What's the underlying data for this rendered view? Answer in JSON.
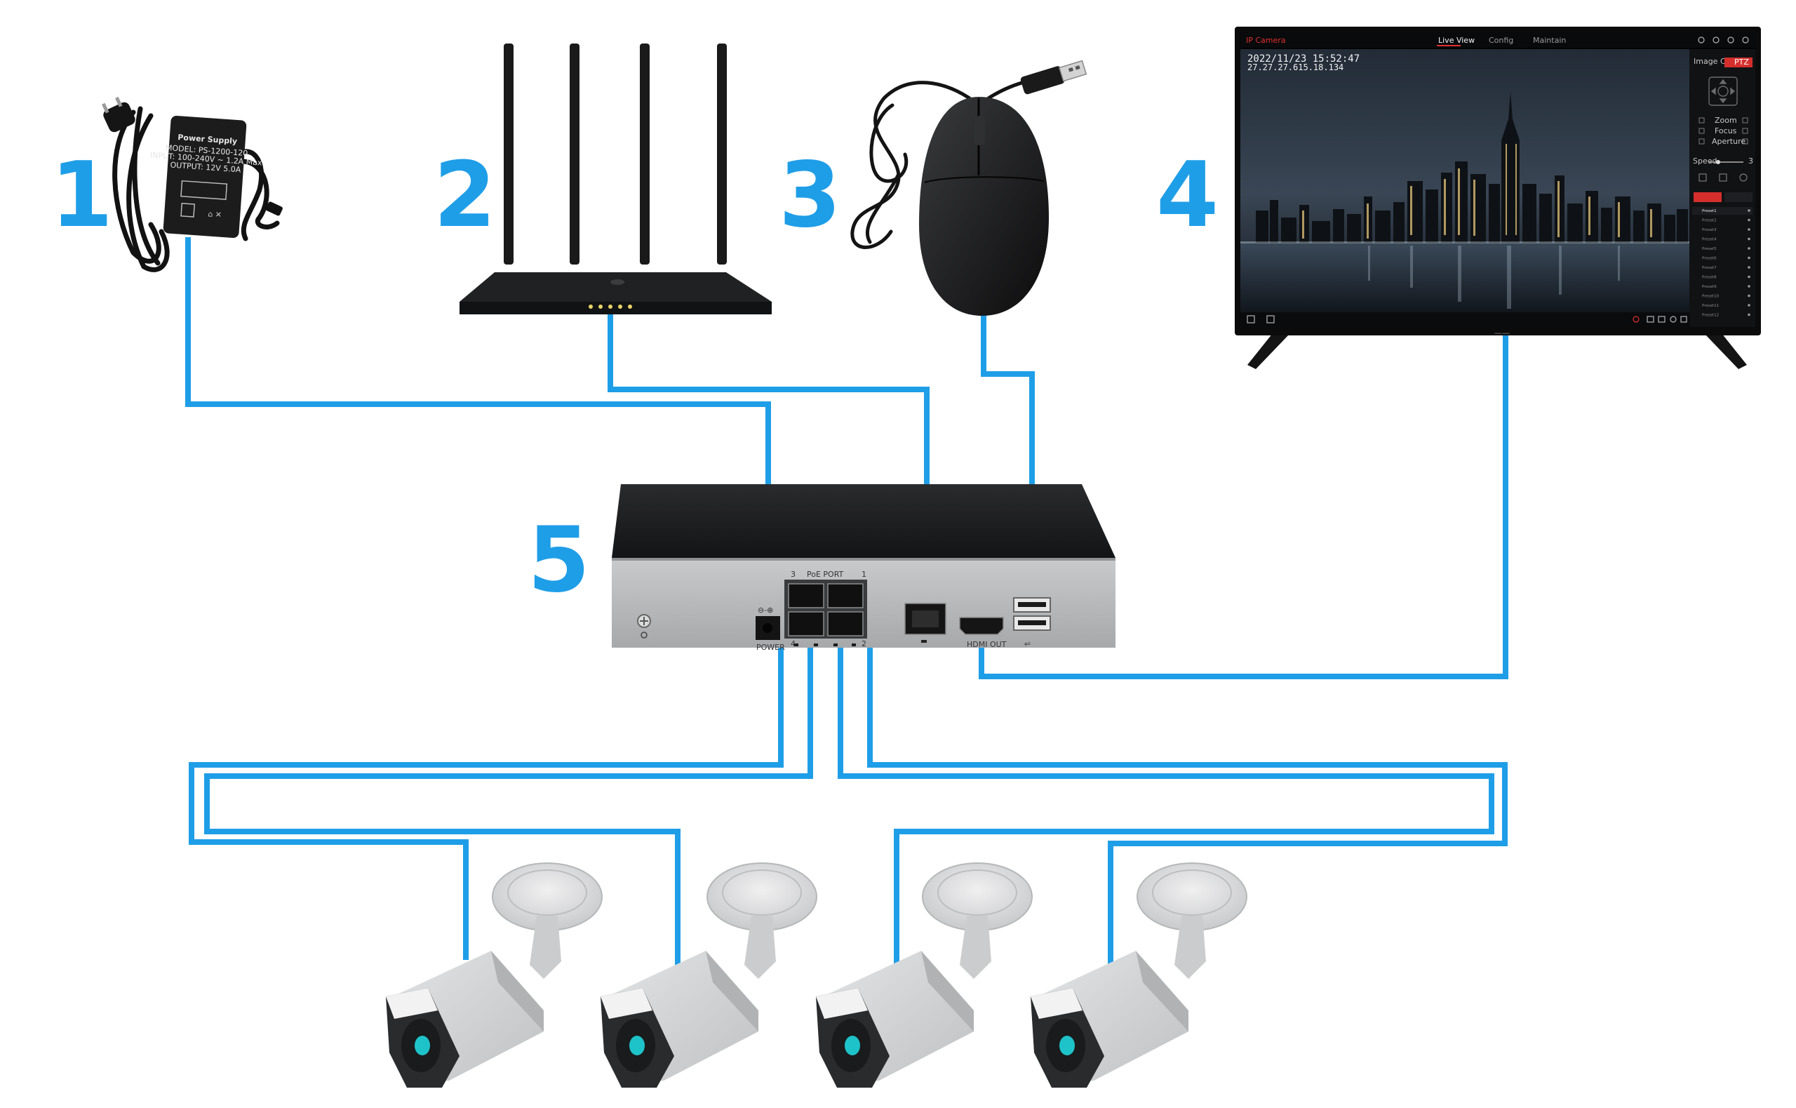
{
  "colors": {
    "wire": "#1f9ee8",
    "number": "#1f9ee8",
    "device_dark": "#1e1f21",
    "nvr_front": "#b7b9bb",
    "camera_body": "#d4d5d6",
    "camera_lens": "#1ec3c9"
  },
  "numbers": [
    "1",
    "2",
    "3",
    "4",
    "5"
  ],
  "power_supply": {
    "title": "Power Supply",
    "model": "MODEL: PS-1200-120",
    "input": "INPUT: 100-240V ~ 1.2A Max",
    "output": "OUTPUT: 12V 5.0A"
  },
  "monitor": {
    "app_name": "IP Camera",
    "tabs": [
      "Live View",
      "Config",
      "Maintain"
    ],
    "osd_datetime": "2022/11/23  15:52:47",
    "osd_ip": "27.27.27.615.18.134",
    "panel_tabs": [
      "Image Config",
      "PTZ"
    ],
    "ptz_labels": [
      "Zoom",
      "Focus",
      "Aperture"
    ],
    "speed_label": "Speed",
    "speed_value": "3",
    "presets": [
      "Preset1",
      "Preset2",
      "Preset3",
      "Preset4",
      "Preset5",
      "Preset6",
      "Preset7",
      "Preset8",
      "Preset9",
      "Preset10",
      "Preset11",
      "Preset12"
    ]
  },
  "nvr": {
    "port_numbers": [
      "3",
      "1",
      "4",
      "2"
    ],
    "poe_label": "PoE PORT",
    "power_label": "POWER",
    "hdmi_label": "HDMI OUT",
    "dc_label": "⊖-⊕"
  },
  "cameras": [
    "camera-1",
    "camera-2",
    "camera-3",
    "camera-4"
  ]
}
